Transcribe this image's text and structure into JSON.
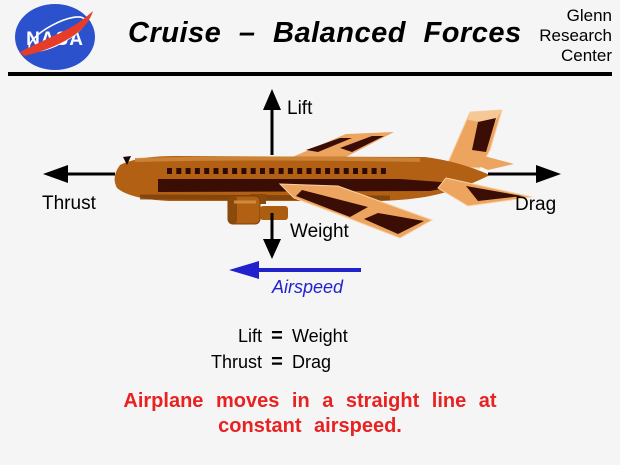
{
  "header": {
    "logo_text": "NASA",
    "title": "Cruise  –  Balanced  Forces",
    "org_lines": [
      "Glenn",
      "Research",
      "Center"
    ]
  },
  "diagram": {
    "force_labels": {
      "lift": "Lift",
      "thrust": "Thrust",
      "drag": "Drag",
      "weight": "Weight"
    },
    "airspeed_label": "Airspeed",
    "arrow_color_forces": "#000000",
    "arrow_color_airspeed": "#2222cc",
    "airplane_colors": {
      "fuselage_copper": "#b26114",
      "wing_tan": "#eda45f",
      "accent_maroon": "#3a0d05"
    }
  },
  "equations": [
    {
      "lhs": "Lift",
      "op": "=",
      "rhs": "Weight"
    },
    {
      "lhs": "Thrust",
      "op": "=",
      "rhs": "Drag"
    }
  ],
  "caption": {
    "line1": "Airplane  moves  in  a  straight  line  at",
    "line2": "constant  airspeed.",
    "color": "#e82222"
  },
  "colors": {
    "background": "#f5f5f5",
    "logo_blue": "#2b52cc",
    "logo_red": "#e73c28",
    "text_black": "#000000"
  }
}
